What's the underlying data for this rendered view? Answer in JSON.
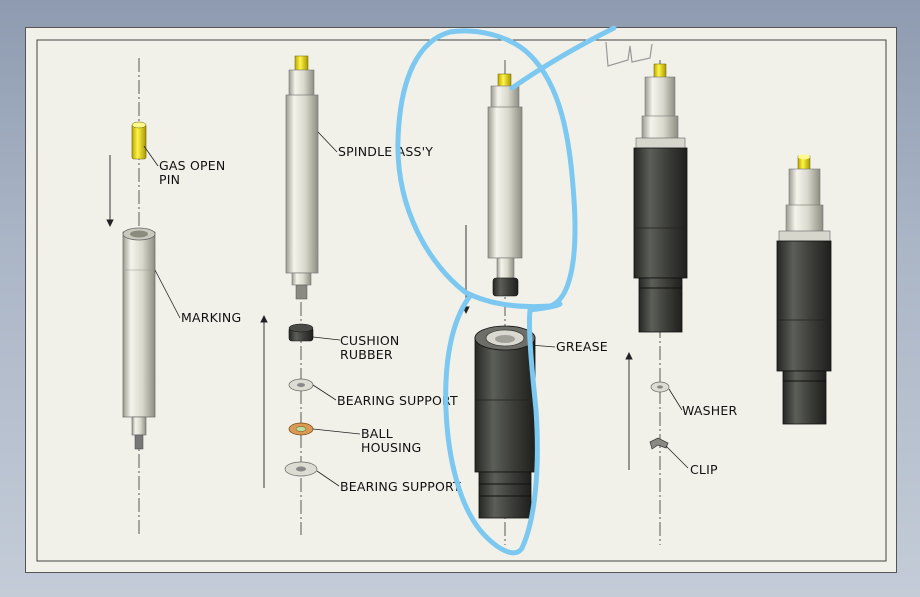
{
  "labels": {
    "gas_open_pin": [
      "GAS OPEN",
      "PIN"
    ],
    "marking": "MARKING",
    "spindle_assy": "SPINDLE ASS'Y",
    "cushion_rubber": [
      "CUSHION",
      "RUBBER"
    ],
    "bearing_support_1": "BEARING SUPPORT",
    "ball_housing": [
      "BALL",
      "HOUSING"
    ],
    "bearing_support_2": "BEARING SUPPORT",
    "grease": "GREASE",
    "washer": "WASHER",
    "clip": "CLIP"
  },
  "colors": {
    "sheet": "#f1f1ea",
    "body_silver": "#d7d7cc",
    "housing_dark": "#3c3d3a",
    "pin_yellow": "#e8e000",
    "ball_housing": "#d89a55",
    "annotation": "#7cc8f0"
  }
}
